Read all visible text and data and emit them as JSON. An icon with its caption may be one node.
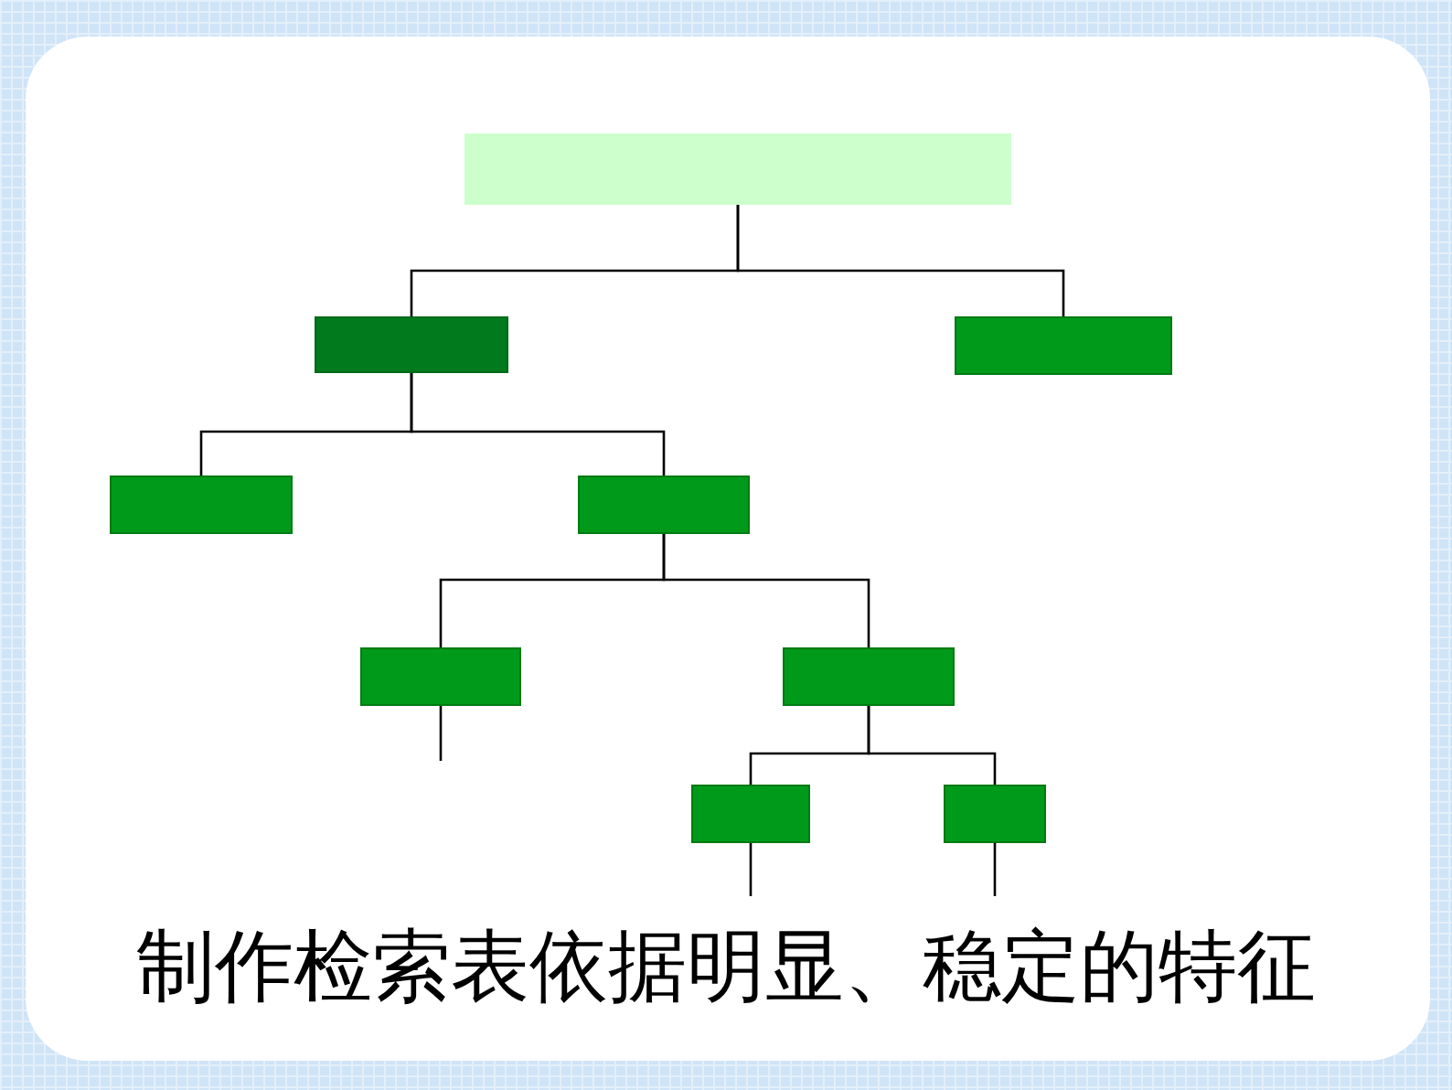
{
  "diagram": {
    "caption": "制作检索表依据明显、稳定的特征",
    "nodes": [
      {
        "text": [],
        "shape": "box"
      },
      {
        "text": [],
        "shape": "box"
      },
      {
        "text": [],
        "shape": "box"
      },
      {
        "text": [],
        "shape": "box"
      },
      {
        "text": [],
        "shape": "box"
      },
      {
        "text": [],
        "shape": "box"
      },
      {
        "text": [],
        "shape": "box"
      },
      {
        "text": [],
        "shape": "box"
      },
      {
        "text": [],
        "shape": "box"
      }
    ],
    "edges": [
      {
        "from": 0,
        "to": 1,
        "arrow": "none"
      },
      {
        "from": 0,
        "to": 2,
        "arrow": "none"
      },
      {
        "from": 1,
        "to": 3,
        "arrow": "none"
      },
      {
        "from": 1,
        "to": 4,
        "arrow": "none"
      },
      {
        "from": 4,
        "to": 5,
        "arrow": "none"
      },
      {
        "from": 4,
        "to": 6,
        "arrow": "none"
      },
      {
        "from": 5,
        "to": null,
        "arrow": "none"
      },
      {
        "from": 6,
        "to": 7,
        "arrow": "none"
      },
      {
        "from": 6,
        "to": 8,
        "arrow": "none"
      },
      {
        "from": 7,
        "to": null,
        "arrow": "none"
      },
      {
        "from": 8,
        "to": null,
        "arrow": "none"
      }
    ]
  }
}
